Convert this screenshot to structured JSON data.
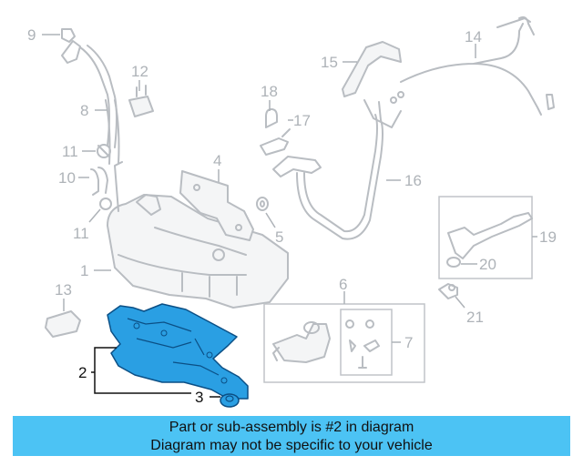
{
  "banner": {
    "line1": "Part or sub-assembly is #2 in diagram",
    "line2": "Diagram may not be specific to your vehicle"
  },
  "colors": {
    "highlight_part": "#2a9fe3",
    "banner_bg": "#4cc3f4",
    "line_art": "#b9bdc2"
  },
  "callouts": {
    "c1": "1",
    "c2": "2",
    "c3": "3",
    "c4": "4",
    "c5": "5",
    "c6": "6",
    "c7": "7",
    "c8": "8",
    "c9": "9",
    "c10": "10",
    "c11a": "11",
    "c11b": "11",
    "c12": "12",
    "c13": "13",
    "c14": "14",
    "c15": "15",
    "c16": "16",
    "c17": "17",
    "c18": "18",
    "c19": "19",
    "c20": "20",
    "c21": "21"
  }
}
